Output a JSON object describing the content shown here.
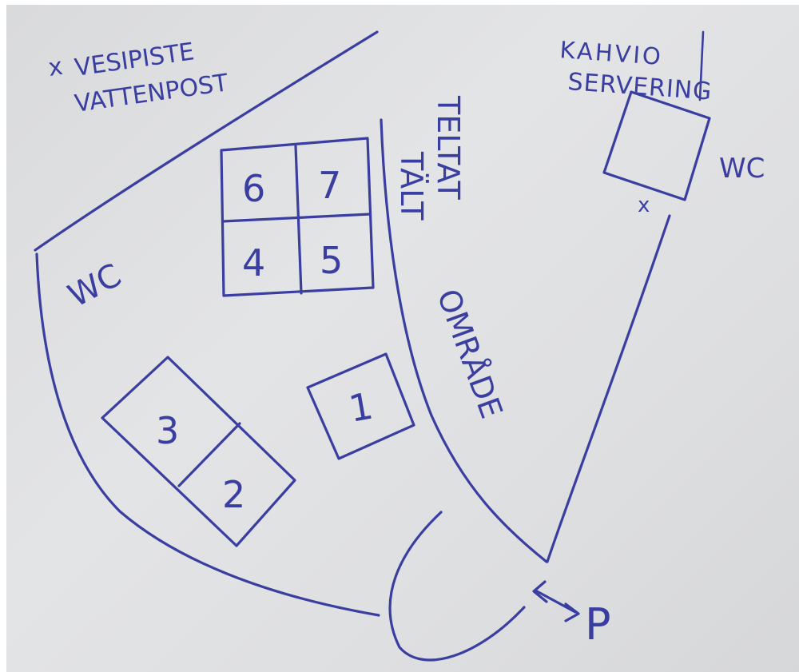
{
  "water_point": {
    "marker": "x",
    "label_fi": "VESIPISTE",
    "label_sv": "VATTENPOST"
  },
  "cafe": {
    "label_fi": "KAHVIO",
    "label_sv": "SERVERING",
    "wc": "WC",
    "marker": "x"
  },
  "left_wc": "WC",
  "tent_area": {
    "line1": "TELTAT",
    "line2": "TÄLT",
    "line3": "OMRÅDE"
  },
  "parking": "P",
  "plots": {
    "p1": "1",
    "p2": "2",
    "p3": "3",
    "p4": "4",
    "p5": "5",
    "p6": "6",
    "p7": "7"
  },
  "ink_color": "#3a3ea0",
  "paper_color": "#dedfe1"
}
